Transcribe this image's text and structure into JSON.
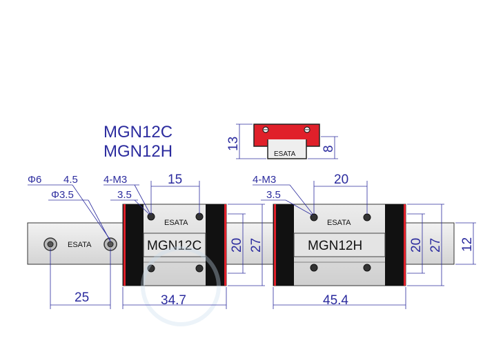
{
  "title": {
    "line1": "MGN12C",
    "line2": "MGN12H"
  },
  "brand": "ESATA",
  "profile": {
    "height": "13",
    "rail_height": "8"
  },
  "left_dims": {
    "counterbore": "Φ6",
    "depth": "4.5",
    "hole": "Φ3.5",
    "thread": "4-M3",
    "thread_depth": "3.5",
    "spacing_top": "15",
    "pitch": "25",
    "length": "34.7",
    "width_inner": "20",
    "width_outer": "27"
  },
  "right_dims": {
    "thread": "4-M3",
    "thread_depth": "3.5",
    "spacing_top": "20",
    "length": "45.4",
    "width_inner": "20",
    "width_outer": "27",
    "rail_width": "12"
  },
  "blocks": {
    "c_label": "MGN12C",
    "h_label": "MGN12H"
  },
  "colors": {
    "dimension": "#2b2b9e",
    "seal": "#e0202a",
    "end_cap": "#111111",
    "block": "#d9d9d9",
    "rail": "#e4e4e4"
  }
}
